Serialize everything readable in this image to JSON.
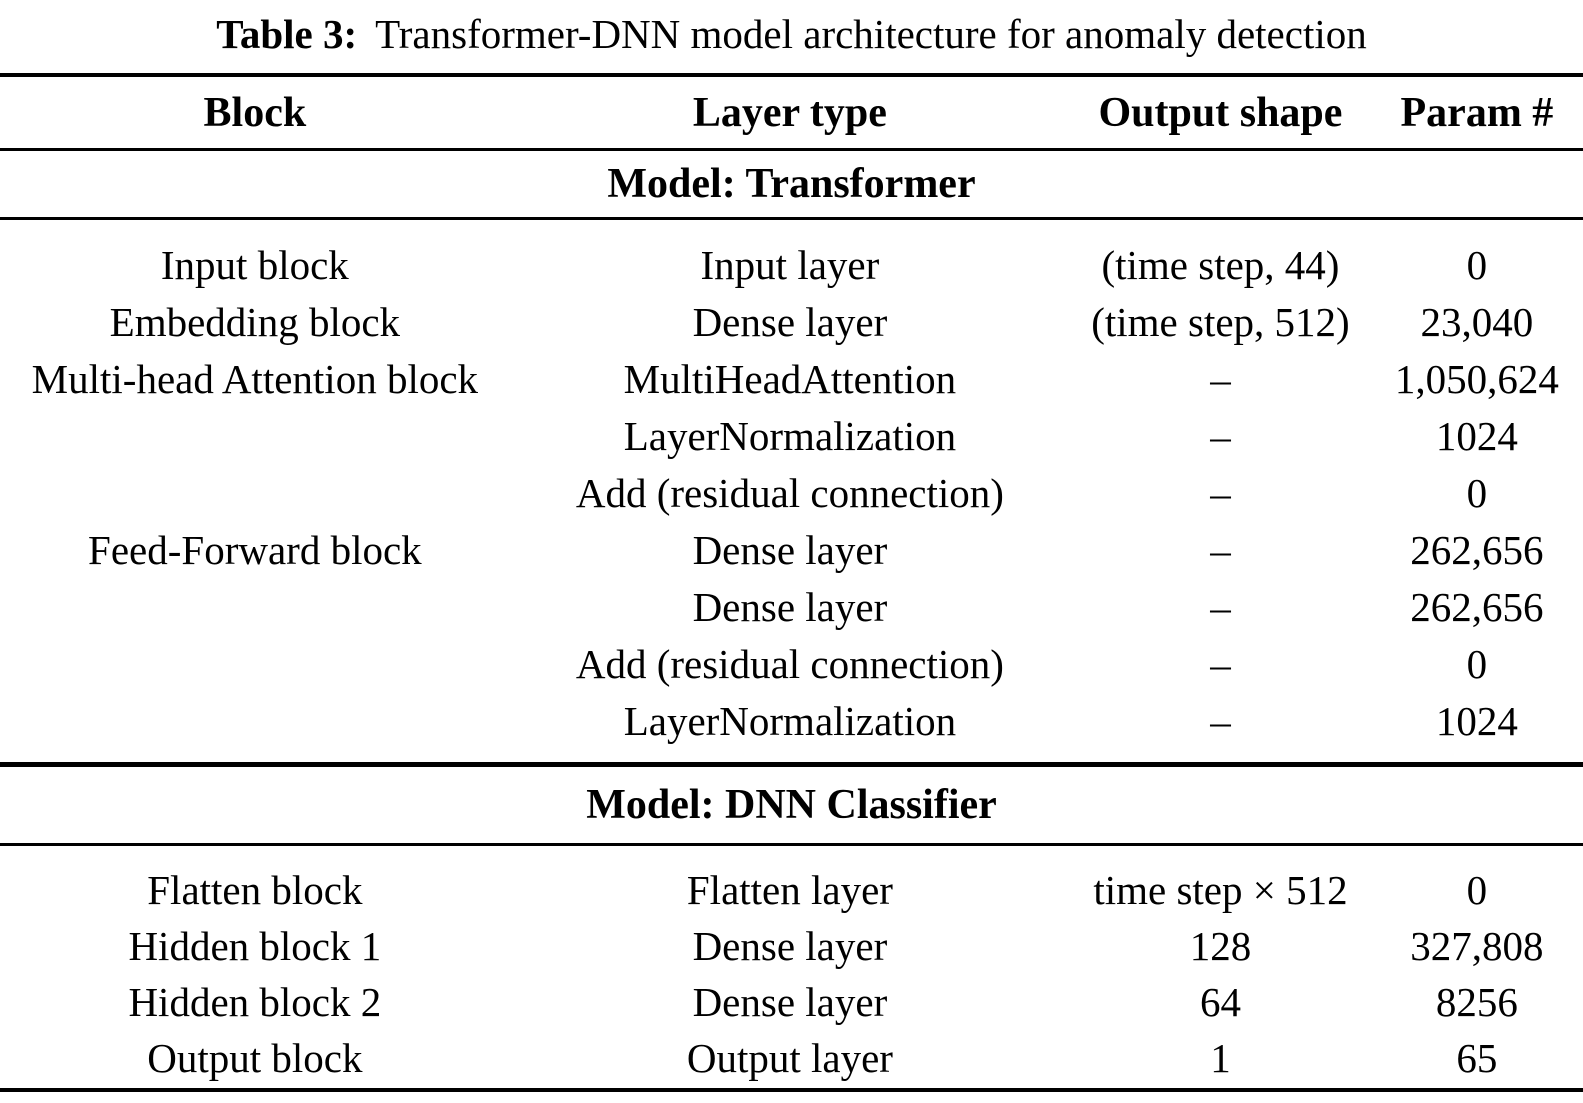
{
  "colors": {
    "text": "#000000",
    "background": "#ffffff",
    "rule": "#000000"
  },
  "caption": {
    "label": "Table 3:",
    "text": "Transformer-DNN model architecture for anomaly detection"
  },
  "table": {
    "columns": [
      "Block",
      "Layer type",
      "Output shape",
      "Param #"
    ],
    "sections": [
      {
        "header": "Model: Transformer",
        "rows": [
          [
            "Input block",
            "Input layer",
            "(time step, 44)",
            "0"
          ],
          [
            "Embedding block",
            "Dense layer",
            "(time step, 512)",
            "23,040"
          ],
          [
            "Multi-head Attention block",
            "MultiHeadAttention",
            "–",
            "1,050,624"
          ],
          [
            "",
            "LayerNormalization",
            "–",
            "1024"
          ],
          [
            "",
            "Add (residual connection)",
            "–",
            "0"
          ],
          [
            "Feed-Forward block",
            "Dense layer",
            "–",
            "262,656"
          ],
          [
            "",
            "Dense layer",
            "–",
            "262,656"
          ],
          [
            "",
            "Add (residual connection)",
            "–",
            "0"
          ],
          [
            "",
            "LayerNormalization",
            "–",
            "1024"
          ]
        ]
      },
      {
        "header": "Model: DNN Classifier",
        "rows": [
          [
            "Flatten block",
            "Flatten layer",
            "time step × 512",
            "0"
          ],
          [
            "Hidden block 1",
            "Dense layer",
            "128",
            "327,808"
          ],
          [
            "Hidden block 2",
            "Dense layer",
            "64",
            "8256"
          ],
          [
            "Output block",
            "Output layer",
            "1",
            "65"
          ]
        ]
      }
    ]
  }
}
